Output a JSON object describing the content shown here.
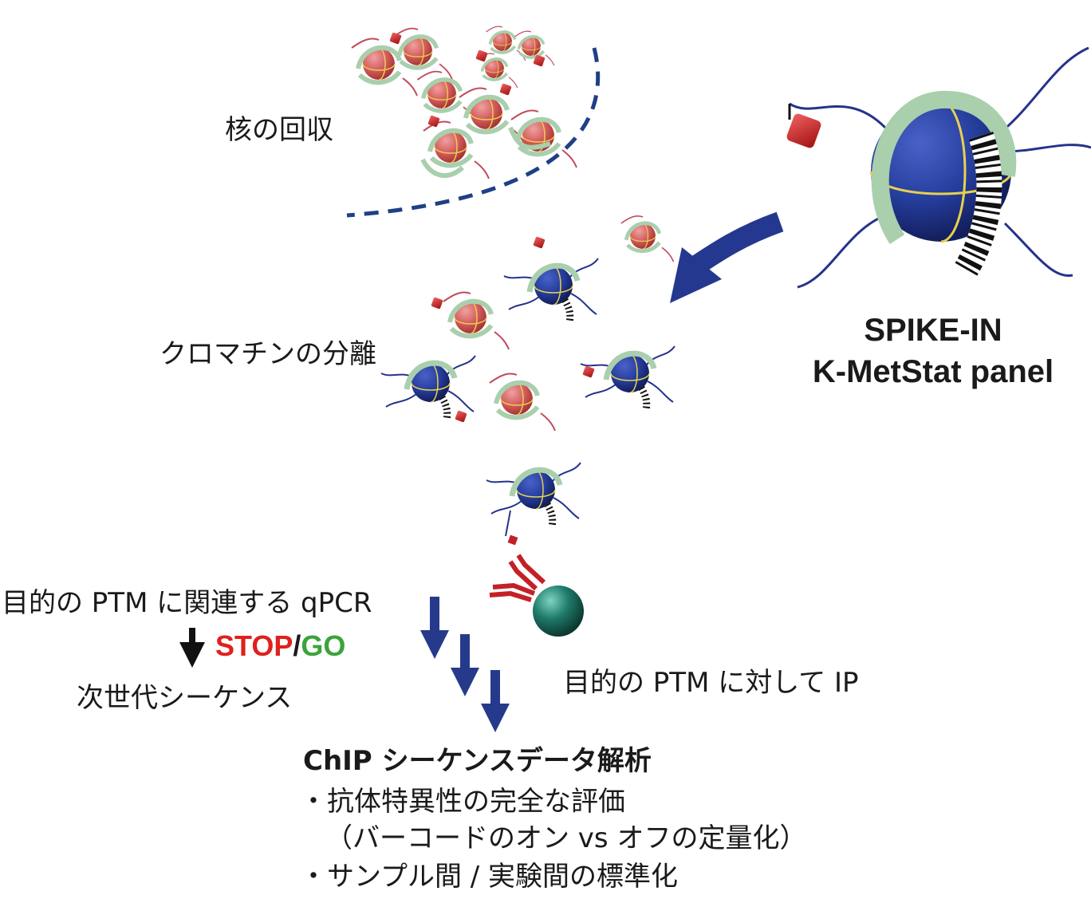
{
  "labels": {
    "nuclei": "核の回収",
    "chromatin": "クロマチンの分離",
    "spike_in_line1": "SPIKE-IN",
    "spike_in_line2": "K-MetStat panel",
    "qpcr": "目的の PTM に関連する qPCR",
    "stop": "STOP",
    "slash": "/",
    "go": "GO",
    "ngs": "次世代シーケンス",
    "ip": "目的の PTM に対して IP",
    "analysis_title": "ChIP シーケンスデータ解析",
    "bullet1": "・抗体特異性の完全な評価",
    "bullet1_sub": "（バーコードのオン vs オフの定量化）",
    "bullet2": "・サンプル間 / 実験間の標準化"
  },
  "colors": {
    "stop": "#e0201e",
    "go": "#3aa43a",
    "arrow_blue": "#2a3f8f",
    "dashed_line": "#1f3f86",
    "nucleosome_red": "#d25a5a",
    "nucleosome_blue": "#243c9a",
    "dna_strand": "#a9cfad",
    "antibody": "#c42026",
    "bead": "#1f7b6a"
  },
  "icons": [
    "nucleosome-icon",
    "barcoded-nucleosome-icon",
    "antibody-icon",
    "magnetic-bead-icon",
    "down-arrow-icon",
    "curved-arrow-icon"
  ]
}
